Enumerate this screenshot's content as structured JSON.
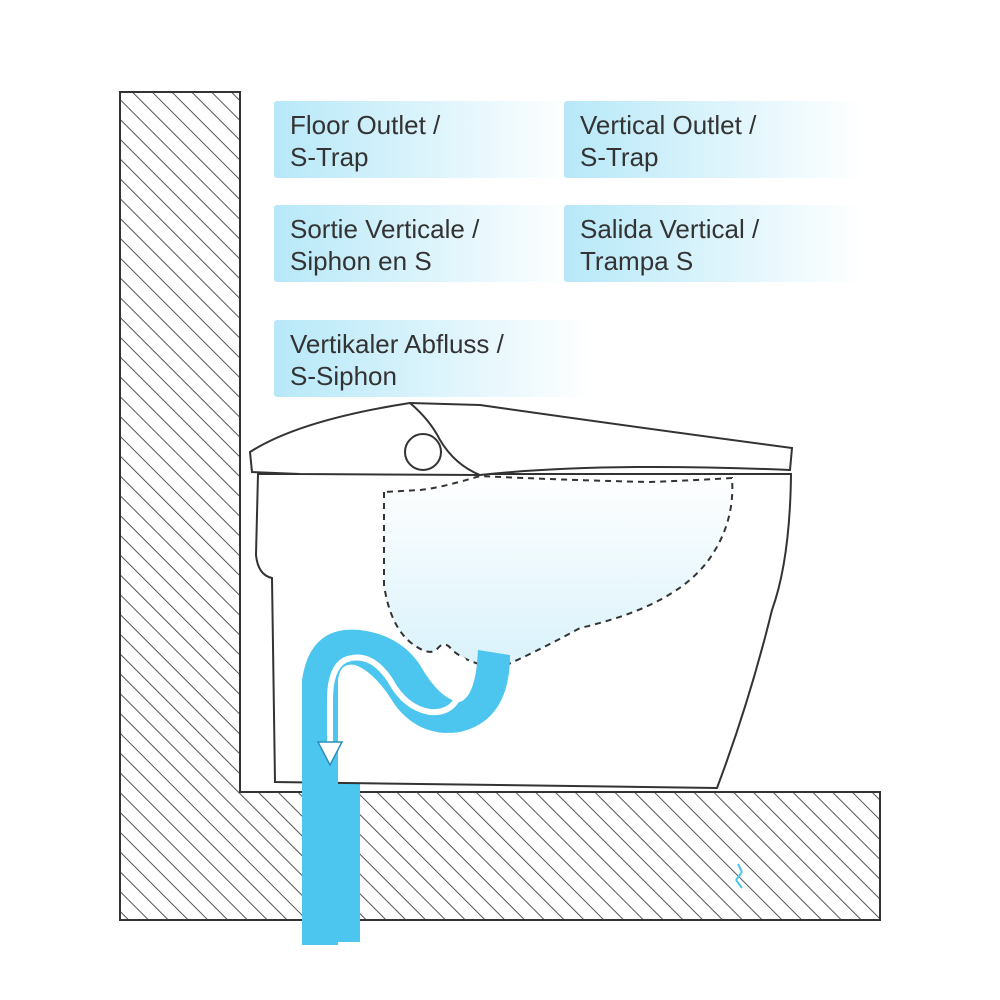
{
  "colors": {
    "water": "#4cc6ee",
    "water_light": "#e6f7fd",
    "label_gradient_start": "#b7e8f8",
    "outline": "#333333",
    "hatch": "#555555"
  },
  "labels": [
    {
      "line1": "Floor Outlet /",
      "line2": "S-Trap"
    },
    {
      "line1": "Vertical Outlet /",
      "line2": "S-Trap"
    },
    {
      "line1": "Sortie Verticale /",
      "line2": "Siphon en S"
    },
    {
      "line1": "Salida Vertical /",
      "line2": "Trampa S"
    },
    {
      "line1": "Vertikaler Abfluss /",
      "line2": "S-Siphon"
    }
  ],
  "icons": [
    "wall-section",
    "floor-section",
    "toilet-outline",
    "button-icon",
    "s-trap-pipe",
    "flow-arrow-icon"
  ]
}
